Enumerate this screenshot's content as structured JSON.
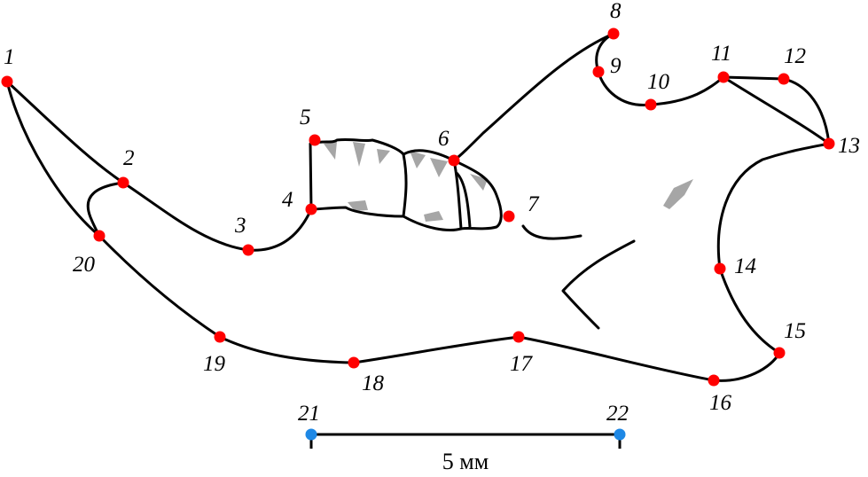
{
  "figure": {
    "landmark_color": "#ff0000",
    "scale_point_color": "#1e88e5",
    "line_color": "#000000",
    "tooth_shade_color": "#a6a6a6"
  },
  "landmarks": [
    {
      "id": "1",
      "label": "1"
    },
    {
      "id": "2",
      "label": "2"
    },
    {
      "id": "3",
      "label": "3"
    },
    {
      "id": "4",
      "label": "4"
    },
    {
      "id": "5",
      "label": "5"
    },
    {
      "id": "6",
      "label": "6"
    },
    {
      "id": "7",
      "label": "7"
    },
    {
      "id": "8",
      "label": "8"
    },
    {
      "id": "9",
      "label": "9"
    },
    {
      "id": "10",
      "label": "10"
    },
    {
      "id": "11",
      "label": "11"
    },
    {
      "id": "12",
      "label": "12"
    },
    {
      "id": "13",
      "label": "13"
    },
    {
      "id": "14",
      "label": "14"
    },
    {
      "id": "15",
      "label": "15"
    },
    {
      "id": "16",
      "label": "16"
    },
    {
      "id": "17",
      "label": "17"
    },
    {
      "id": "18",
      "label": "18"
    },
    {
      "id": "19",
      "label": "19"
    },
    {
      "id": "20",
      "label": "20"
    }
  ],
  "scale_bar": {
    "start_label": "21",
    "end_label": "22",
    "length_label": "5 мм"
  }
}
